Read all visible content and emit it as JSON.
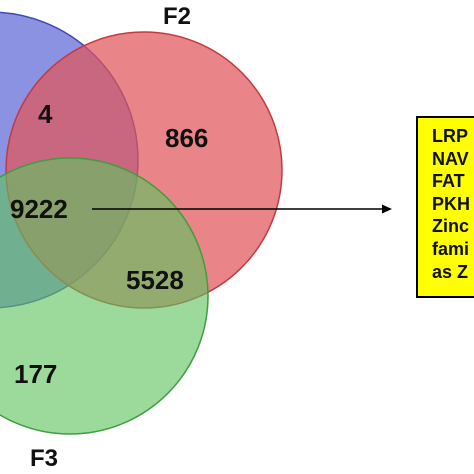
{
  "sets": {
    "f1": {
      "label": "",
      "color": "#6a73d8"
    },
    "f2": {
      "label": "F2",
      "color": "#e77c7f"
    },
    "f3": {
      "label": "F3",
      "color": "#7fcd7f"
    }
  },
  "counts": {
    "f1_f2": "4",
    "f2_only": "866",
    "all_three": "9222",
    "f2_f3": "5528",
    "f3_only": "177"
  },
  "note": {
    "lines": [
      "LRP",
      "NAV",
      "FAT",
      "PKH",
      "Zinc",
      "fami",
      "as Z"
    ],
    "background": "#ffff00"
  }
}
